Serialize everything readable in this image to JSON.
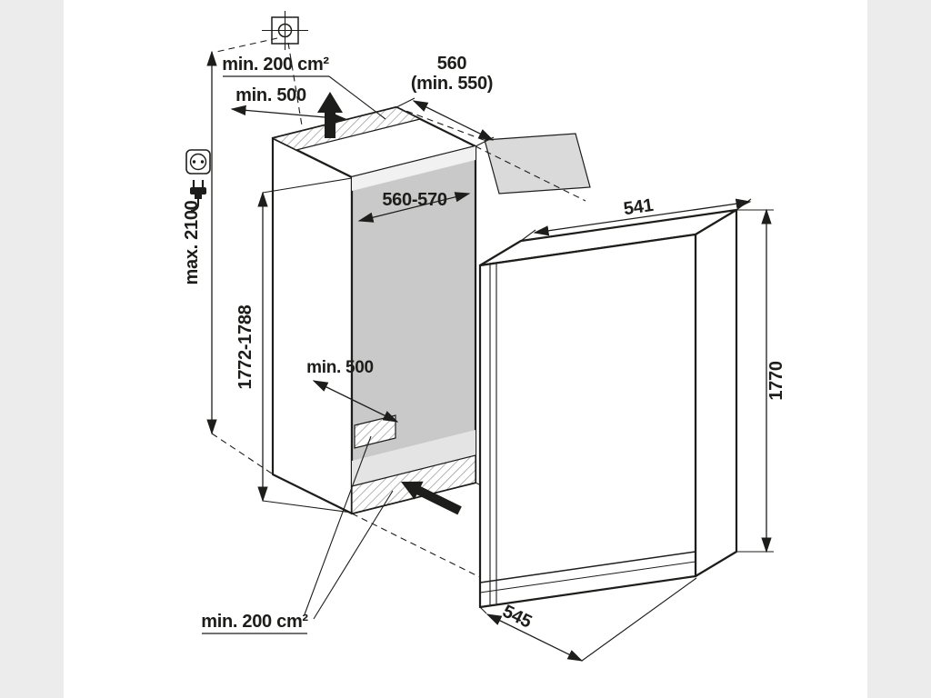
{
  "labels": {
    "top_vent_area": "min. 200 cm²",
    "top_clearance": "min. 500",
    "niche_depth": "560",
    "niche_depth_min": "(min. 550)",
    "ceiling_height": "max. 2100",
    "niche_height": "1772-1788",
    "niche_width": "560-570",
    "base_clearance": "min. 500",
    "bottom_vent_area": "min. 200 cm²",
    "appliance_width": "541",
    "appliance_height": "1770",
    "appliance_depth": "545"
  },
  "icons": {
    "crosshair": "alignment-crosshair-icon",
    "socket": "power-socket-icon",
    "plug": "power-plug-icon",
    "airflow_top": "airflow-up-arrow-icon",
    "airflow_bottom": "airflow-intake-arrow-icon"
  },
  "colors": {
    "line": "#1d1d1b",
    "interior_back_wall": "#c9c9c9",
    "interior_floor": "#e4e4e4",
    "ceiling_strip": "#f1f1f1",
    "side_panel": "#dadada",
    "background": "#ffffff",
    "matte": "#ececec"
  }
}
